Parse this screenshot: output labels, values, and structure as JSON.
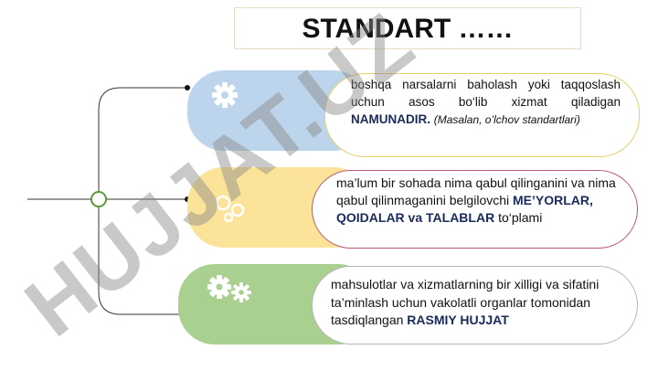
{
  "title": "STANDART ……",
  "items": [
    {
      "text_a": "boshqa narsalarni baholash yoki taqqoslash uchun asos bo‘lib xizmat qiladigan ",
      "bold": "NAMUNADIR.",
      "italic": "(Masalan, o’lchov standartlari)",
      "icon": "gear-icon"
    },
    {
      "text_a": "ma’lum bir sohada nima qabul qilinganini va nima qabul qilinmaganini belgilovchi ",
      "bold": "ME’YORLAR, QOIDALAR va TALABLAR",
      "text_b": " to‘plami",
      "icon": "cogs-icon"
    },
    {
      "text_a": "mahsulotlar va xizmatlarning bir xilligi va sifatini ta’minlash uchun vakolatli organlar tomonidan tasdiqlangan ",
      "bold": "RASMIY HUJJAT",
      "icon": "two-gears-icon"
    }
  ],
  "watermark": "HUJJAT.UZ",
  "colors": {
    "pill1": "#bdd5ec",
    "pill2": "#fbe49a",
    "pill3": "#a9d08e",
    "connector": "#5a9a3a"
  }
}
